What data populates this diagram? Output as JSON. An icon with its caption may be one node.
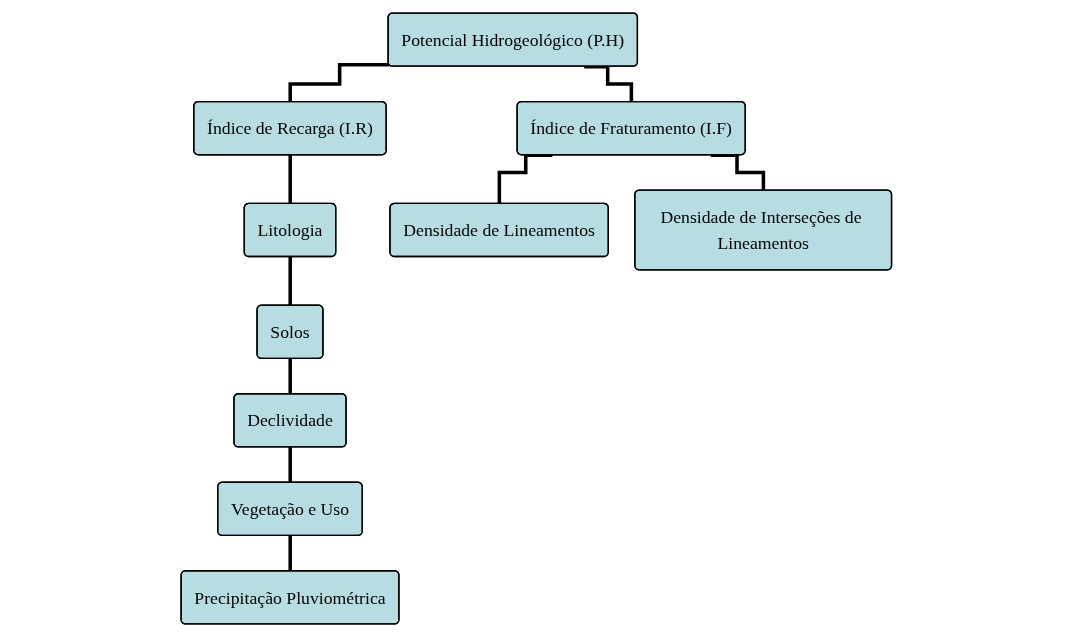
{
  "diagram": {
    "nodes": [
      {
        "text": [
          "Potencial Hidrogeológico (P.H)"
        ]
      },
      {
        "text": [
          "Índice de Recarga (I.R)"
        ]
      },
      {
        "text": [
          "Índice de Fraturamento (I.F)"
        ]
      },
      {
        "text": [
          "Litologia"
        ]
      },
      {
        "text": [
          "Densidade de Lineamentos"
        ]
      },
      {
        "text": [
          "Densidade de Interseções de Lineamentos"
        ]
      },
      {
        "text": [
          "Solos"
        ]
      },
      {
        "text": [
          "Declividade"
        ]
      },
      {
        "text": [
          "Vegetação e Uso"
        ]
      },
      {
        "text": [
          "Precipitação Pluviométrica"
        ]
      }
    ],
    "edges": [
      {
        "from": 0,
        "to": 1,
        "arrow": "none"
      },
      {
        "from": 0,
        "to": 2,
        "arrow": "none"
      },
      {
        "from": 1,
        "to": 3,
        "arrow": "none"
      },
      {
        "from": 2,
        "to": 4,
        "arrow": "none"
      },
      {
        "from": 2,
        "to": 5,
        "arrow": "none"
      },
      {
        "from": 3,
        "to": 6,
        "arrow": "none"
      },
      {
        "from": 6,
        "to": 7,
        "arrow": "none"
      },
      {
        "from": 7,
        "to": 8,
        "arrow": "none"
      },
      {
        "from": 8,
        "to": 9,
        "arrow": "none"
      }
    ]
  }
}
